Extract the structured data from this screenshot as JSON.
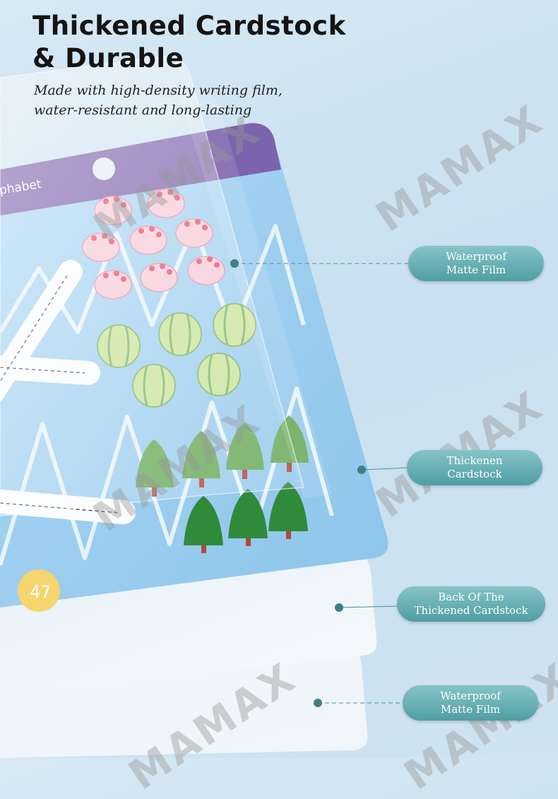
{
  "headline": {
    "line1": "Thickened Cardstock",
    "line2": "& Durable"
  },
  "subline": {
    "line1": "Made with high-density writing film,",
    "line2": "water-resistant and long-lasting"
  },
  "card": {
    "header_text": "phabet",
    "page_number": "47",
    "header_color": "#7d62ad",
    "card_color": "#9fcdee",
    "page_badge_color": "#f6d46e"
  },
  "labels": [
    {
      "line1": "Waterproof",
      "line2": "Matte Film"
    },
    {
      "line1": "Thickenen",
      "line2": "Cardstock"
    },
    {
      "line1": "Back Of The",
      "line2": "Thickened Cardstock"
    },
    {
      "line1": "Waterproof",
      "line2": "Matte Film"
    }
  ],
  "watermark": "MAMAX",
  "colors": {
    "pill_top": "#86c4c6",
    "pill_bottom": "#4f9ea3",
    "tree_light": "#6aaa5a",
    "tree_dark": "#2f8a3a",
    "melon": "#c9e39a",
    "cake": "#f6cad6"
  }
}
